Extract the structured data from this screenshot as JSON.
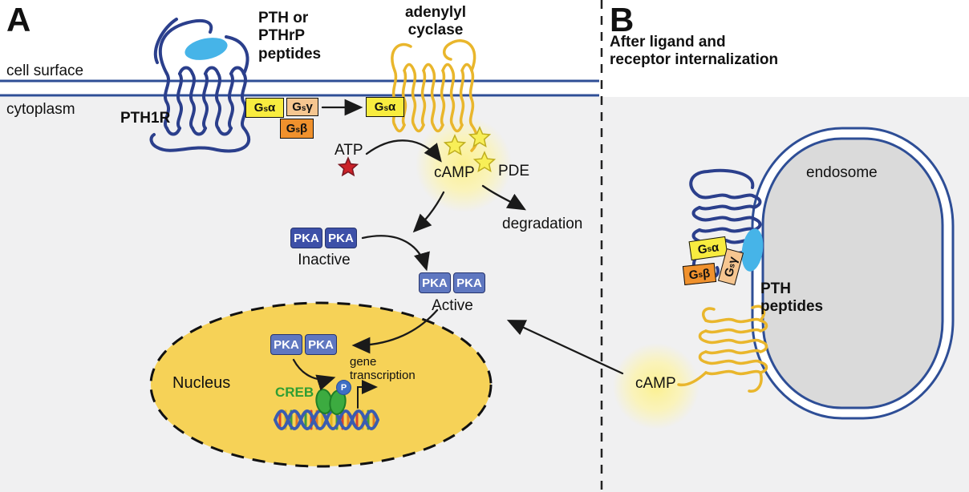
{
  "panelA": {
    "label": "A",
    "cell_surface": "cell surface",
    "cytoplasm": "cytoplasm",
    "receptor": "PTH1R",
    "ligand": "PTH or\nPTHrP\npeptides",
    "adenylyl_cyclase": "adenylyl\ncyclase",
    "atp": "ATP",
    "camp": "cAMP",
    "pde": "PDE",
    "degradation": "degradation",
    "pka": "PKA",
    "inactive": "Inactive",
    "active": "Active",
    "nucleus": "Nucleus",
    "gene_transcription": "gene\ntranscription",
    "creb": "CREB",
    "phosphate": "P"
  },
  "panelB": {
    "label": "B",
    "title": "After ligand and\nreceptor internalization",
    "endosome": "endosome",
    "pth_peptides": "PTH\npeptides",
    "camp": "cAMP"
  },
  "g_proteins": {
    "alpha": {
      "base": "G",
      "sub": "s",
      "suffix": "α"
    },
    "beta": {
      "base": "G",
      "sub": "s",
      "suffix": "β"
    },
    "gamma": {
      "base": "G",
      "sub": "s",
      "suffix": "γ"
    }
  },
  "colors": {
    "membrane_blue": "#2e4e96",
    "receptor_blue": "#2b3f8c",
    "ligand_blue": "#46b4e8",
    "adenylyl_gold": "#e9b62c",
    "gs_alpha_yellow": "#f8ec3f",
    "gs_gamma_tan": "#f6c690",
    "gs_beta_orange": "#f0912d",
    "pka_inactive_blue": "#3d50a8",
    "pka_active_blue": "#5f77c0",
    "nucleus_yellow": "#f6d257",
    "creb_green": "#3cab40",
    "atp_star_red": "#cc2229",
    "camp_star_yellow": "#f8ef57",
    "endosome_gray": "#dadada",
    "cytoplasm_gray": "#f0f0f1"
  }
}
